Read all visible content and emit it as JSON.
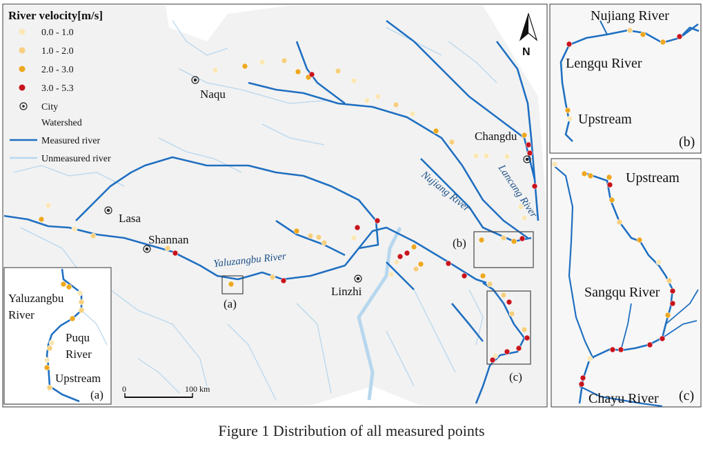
{
  "legend": {
    "title": "River velocity[m/s]",
    "classes": [
      {
        "label": "0.0 - 1.0",
        "color": "#fbe7b5"
      },
      {
        "label": "1.0 - 2.0",
        "color": "#f6cf7f"
      },
      {
        "label": "2.0 - 3.0",
        "color": "#eda821"
      },
      {
        "label": "3.0 - 5.3",
        "color": "#c8141c"
      }
    ],
    "city_label": "City",
    "watershed_label": "Watershed",
    "measured_label": "Measured river",
    "unmeasured_label": "Unmeasured river"
  },
  "colors": {
    "watershed": "#f2f2f2",
    "measured_river": "#1f6fc1",
    "unmeasured_river": "#b7d7ee"
  },
  "north_label": "N",
  "cities": [
    "Naqu",
    "Changdu",
    "Lasa",
    "Shannan",
    "Linzhi"
  ],
  "river_labels": {
    "yaluzangbu": "Yaluzangbu River",
    "nujiang": "Nujiang River",
    "lancang": "Lancang River"
  },
  "box_labels": {
    "a": "(a)",
    "b": "(b)",
    "c": "(c)"
  },
  "scale_bar": {
    "start": "0",
    "end": "100 km"
  },
  "inset_a": {
    "title": "Yaluzangbu River",
    "puqu": "Puqu River",
    "upstream": "Upstream",
    "tag": "(a)"
  },
  "inset_b": {
    "title": "Nujiang River",
    "lengqu": "Lengqu River",
    "upstream": "Upstream",
    "tag": "(b)"
  },
  "inset_c": {
    "upstream": "Upstream",
    "sangqu": "Sangqu River",
    "chayu": "Chayu River",
    "tag": "(c)"
  },
  "caption": "Figure 1  Distribution of all measured points"
}
